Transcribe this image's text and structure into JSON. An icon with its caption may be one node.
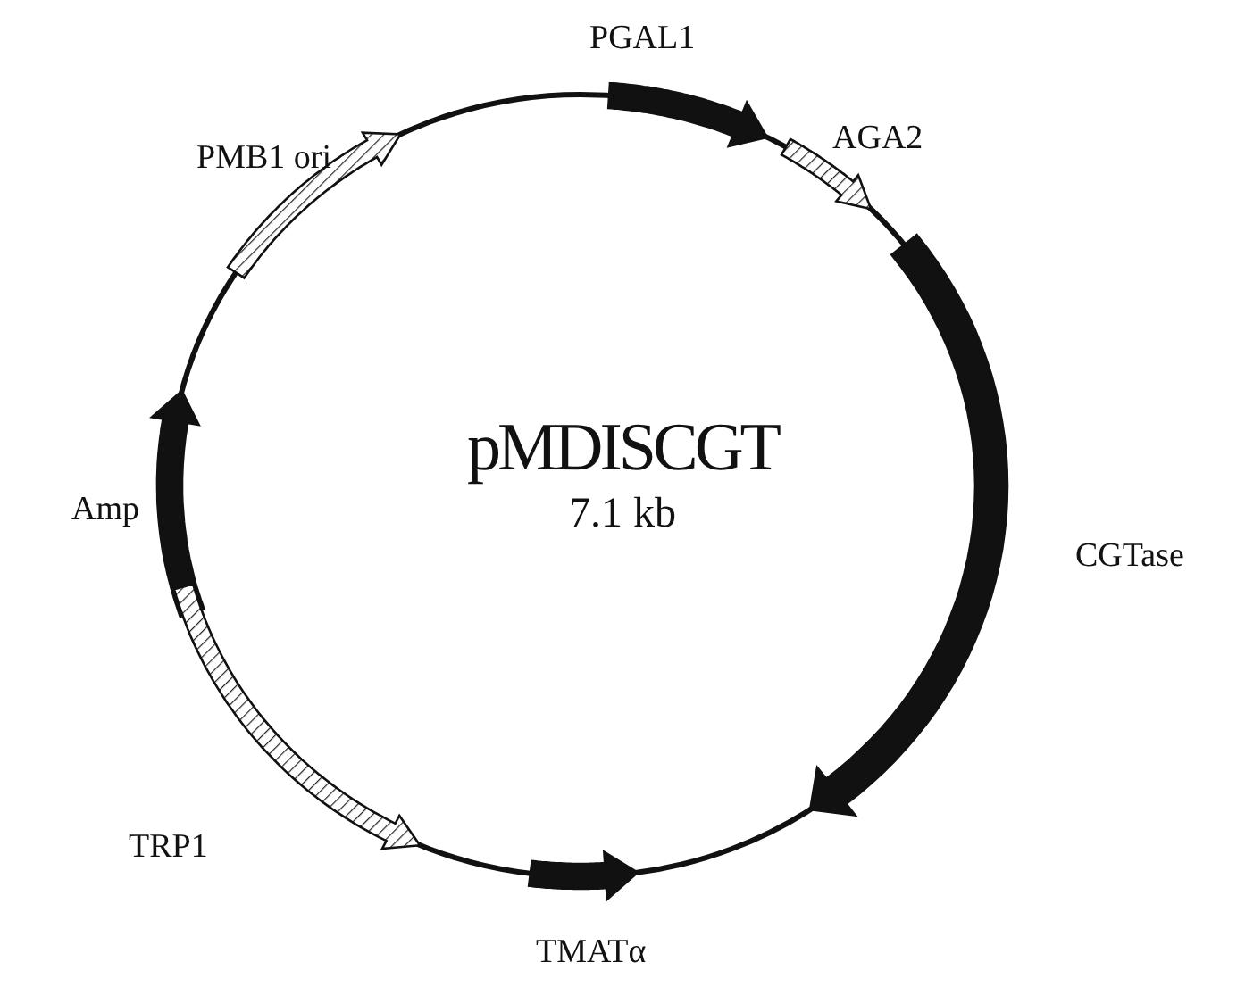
{
  "diagram": {
    "title": "pMDISCGT",
    "nodes": [
      {
        "text": [
          "PGAL1"
        ]
      },
      {
        "text": [
          "AGA2"
        ]
      },
      {
        "text": [
          "PMB1 ori"
        ]
      },
      {
        "text": [
          "Amp"
        ]
      },
      {
        "text": [
          "CGTase"
        ]
      },
      {
        "text": [
          "TRP1"
        ]
      },
      {
        "text": [
          "TMATα"
        ]
      }
    ],
    "labels": [
      "7.1 kb"
    ]
  }
}
